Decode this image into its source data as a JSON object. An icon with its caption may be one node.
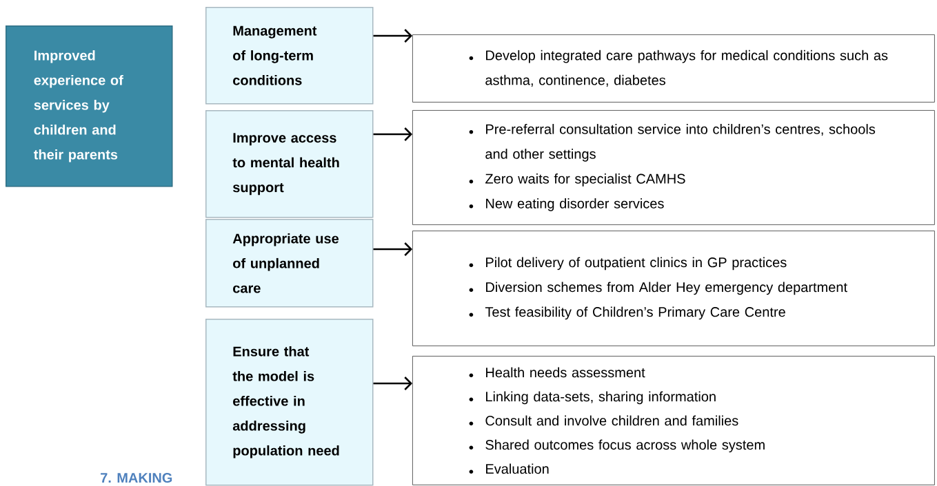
{
  "diagram": {
    "nodes": [
      {
        "text": [
          "Improved experience of services by children and their parents"
        ]
      },
      {
        "text": [
          "Management of long-term conditions"
        ]
      },
      {
        "text": [
          "Improve access to mental health support"
        ]
      },
      {
        "text": [
          "Appropriate use of unplanned care"
        ]
      },
      {
        "text": [
          "Ensure that the model is effective in addressing population need"
        ]
      },
      {
        "text": [
          "Develop integrated care pathways for medical conditions such as asthma, continence, diabetes"
        ]
      },
      {
        "text": [
          "Pre-referral consultation service into children’s centres, schools and other settings",
          "Zero waits for specialist CAMHS",
          "New eating disorder services"
        ]
      },
      {
        "text": [
          "Pilot delivery of outpatient clinics in GP practices",
          "Diversion schemes from Alder Hey emergency department",
          "Test feasibility of Children’s Primary Care Centre"
        ]
      },
      {
        "text": [
          "Health needs assessment",
          "Linking data-sets, sharing information",
          "Consult and involve children and families",
          "Shared outcomes focus across whole system",
          "Evaluation"
        ]
      }
    ],
    "edges": [
      {
        "from": 1,
        "to": 5,
        "arrow": "to"
      },
      {
        "from": 2,
        "to": 6,
        "arrow": "to"
      },
      {
        "from": 3,
        "to": 7,
        "arrow": "to"
      },
      {
        "from": 4,
        "to": 8,
        "arrow": "to"
      }
    ],
    "labels": [
      "7. MAKING"
    ]
  }
}
